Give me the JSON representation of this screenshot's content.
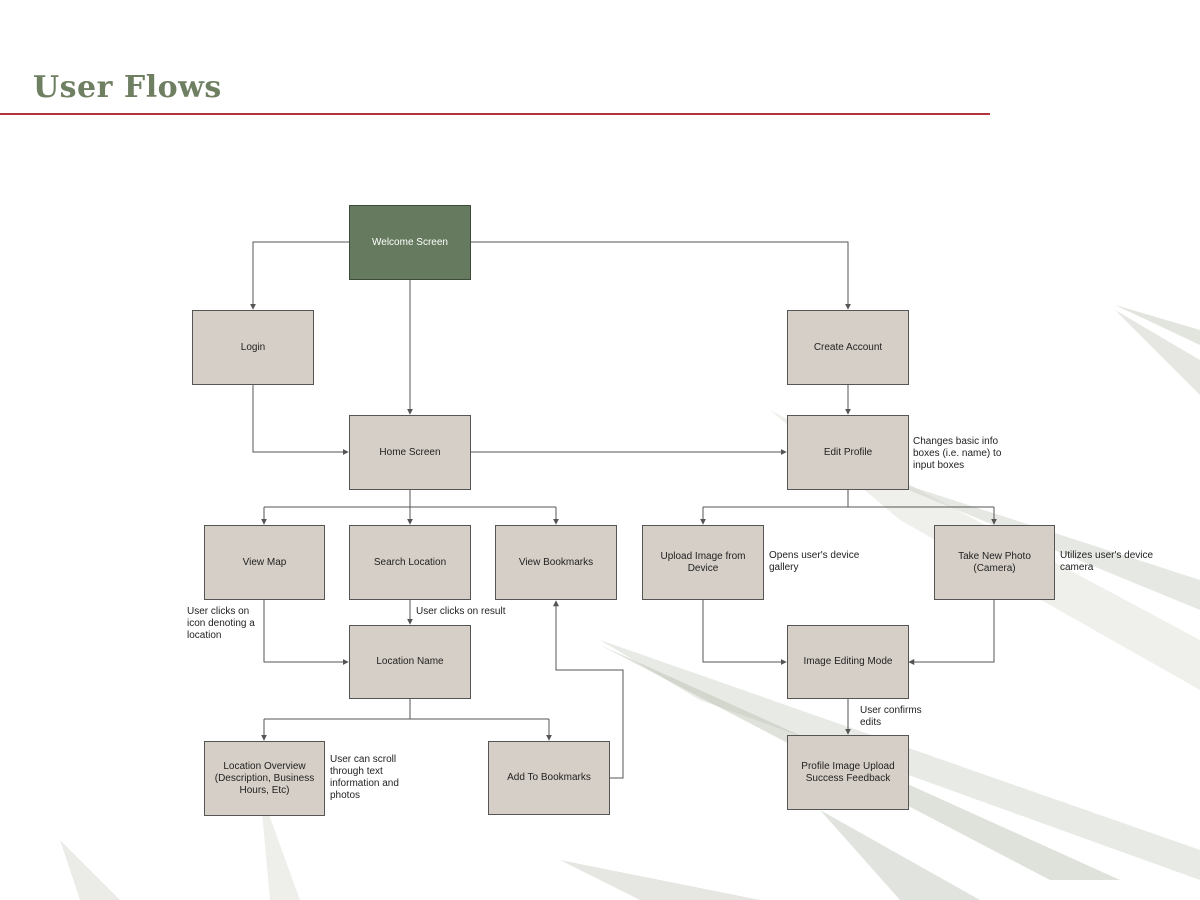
{
  "slide": {
    "title": "User Flows",
    "accent_color": "#b0343a",
    "title_color": "#6f7f62"
  },
  "nodes": {
    "welcome": "Welcome Screen",
    "login": "Login",
    "create_account": "Create Account",
    "home": "Home Screen",
    "edit_profile": "Edit Profile",
    "view_map": "View Map",
    "search_location": "Search Location",
    "view_bookmarks": "View Bookmarks",
    "upload_image": "Upload Image from Device",
    "take_photo": "Take New Photo (Camera)",
    "location_name": "Location Name",
    "image_editing": "Image Editing Mode",
    "location_overview": "Location Overview (Description, Business Hours, Etc)",
    "add_bookmarks": "Add To Bookmarks",
    "upload_success": "Profile Image Upload Success Feedback"
  },
  "notes": {
    "edit_profile": "Changes basic info boxes (i.e. name) to input boxes",
    "upload_image": "Opens user's device gallery",
    "take_photo": "Utilizes user's device camera",
    "view_map": "User clicks on icon denoting a location",
    "search_location": "User clicks on result",
    "location_overview": "User can scroll through text information and photos",
    "image_editing": "User confirms edits"
  },
  "colors": {
    "start_node": "#657a5e",
    "process_node": "#d6cfc7",
    "node_border": "#555555",
    "connector": "#555555"
  }
}
